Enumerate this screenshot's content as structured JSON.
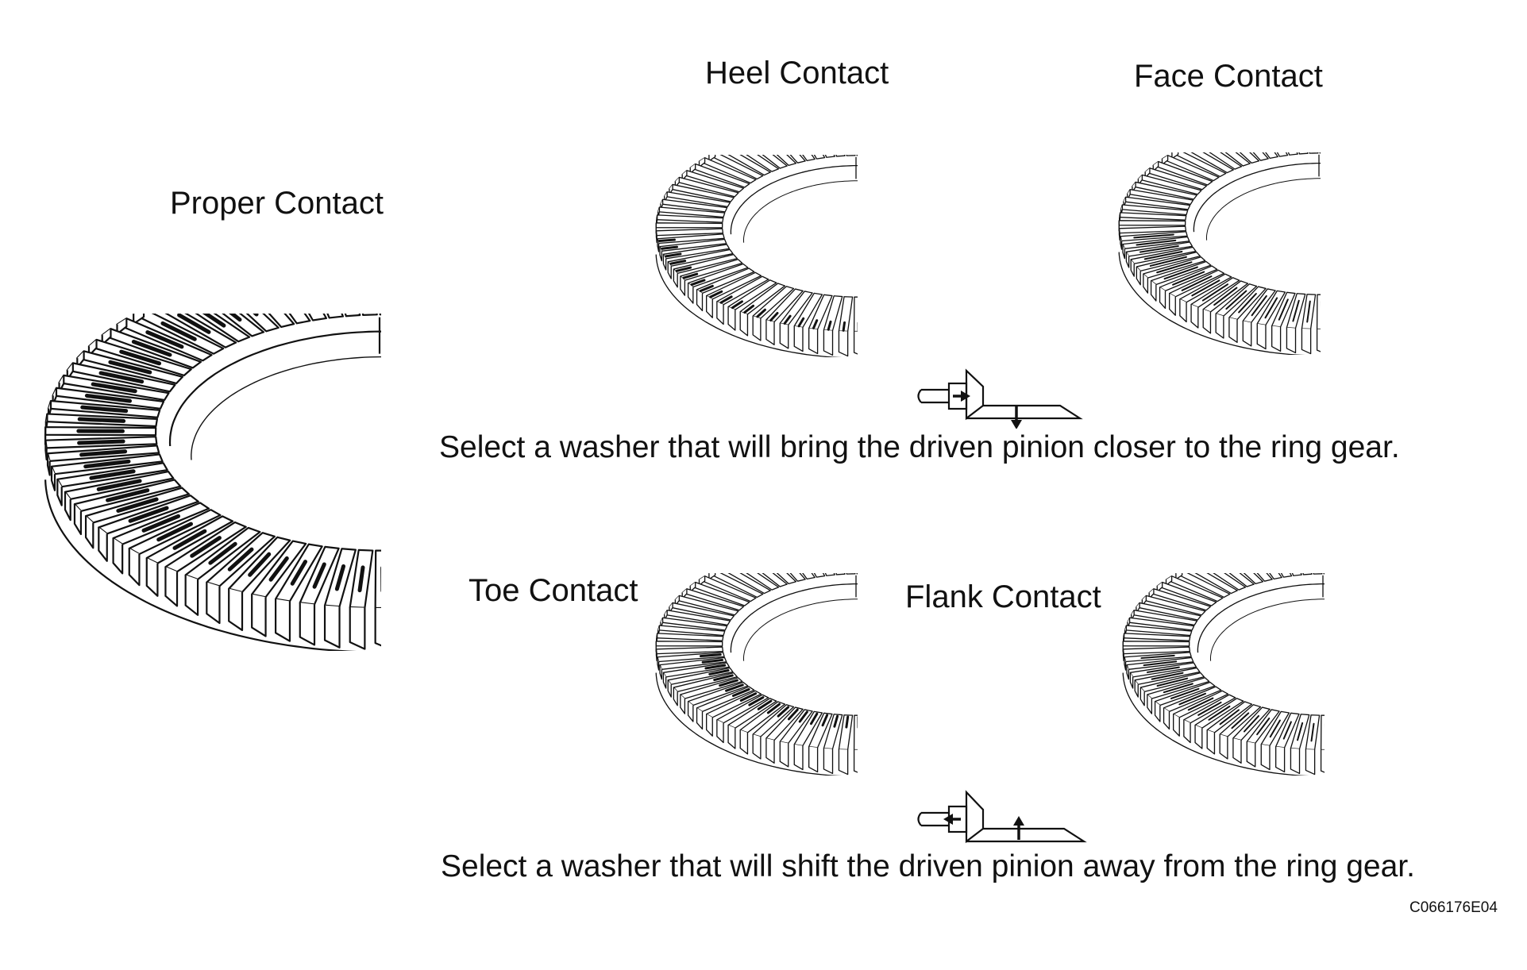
{
  "labels": {
    "proper": "Proper Contact",
    "heel": "Heel Contact",
    "face": "Face Contact",
    "toe": "Toe Contact",
    "flank": "Flank Contact"
  },
  "instructions": {
    "closer": "Select a washer that will bring the driven pinion closer to the ring gear.",
    "away": "Select a washer that will shift the driven pinion away from the ring gear."
  },
  "figure_code": "C066176E04",
  "icons": {
    "ring_gear": "ring-gear-icon",
    "pinion_closer": "pinion-move-closer-icon",
    "pinion_away": "pinion-move-away-icon"
  }
}
